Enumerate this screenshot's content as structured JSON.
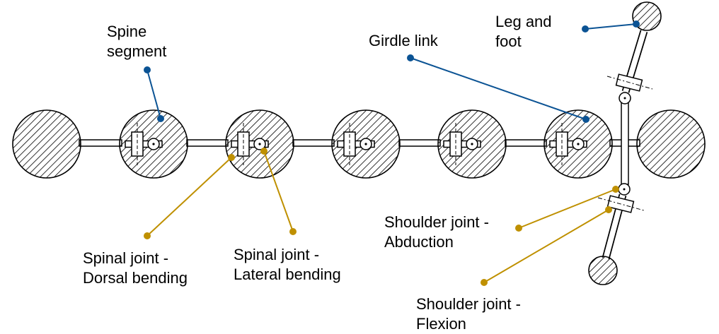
{
  "colors": {
    "blue_callout": "#0b5394",
    "gold_callout": "#bf9000",
    "outline": "#000000",
    "fill": "#ffffff"
  },
  "labels": {
    "spine_segment": [
      "Spine",
      "segment"
    ],
    "girdle_link": [
      "Girdle link"
    ],
    "leg_and_foot": [
      "Leg and",
      "foot"
    ],
    "spinal_joint_dorsal": [
      "Spinal joint -",
      "Dorsal bending"
    ],
    "spinal_joint_lateral": [
      "Spinal joint -",
      "Lateral bending"
    ],
    "shoulder_joint_abduction": [
      "Shoulder joint -",
      "Abduction"
    ],
    "shoulder_joint_flexion": [
      "Shoulder joint -",
      "Flexion"
    ]
  }
}
